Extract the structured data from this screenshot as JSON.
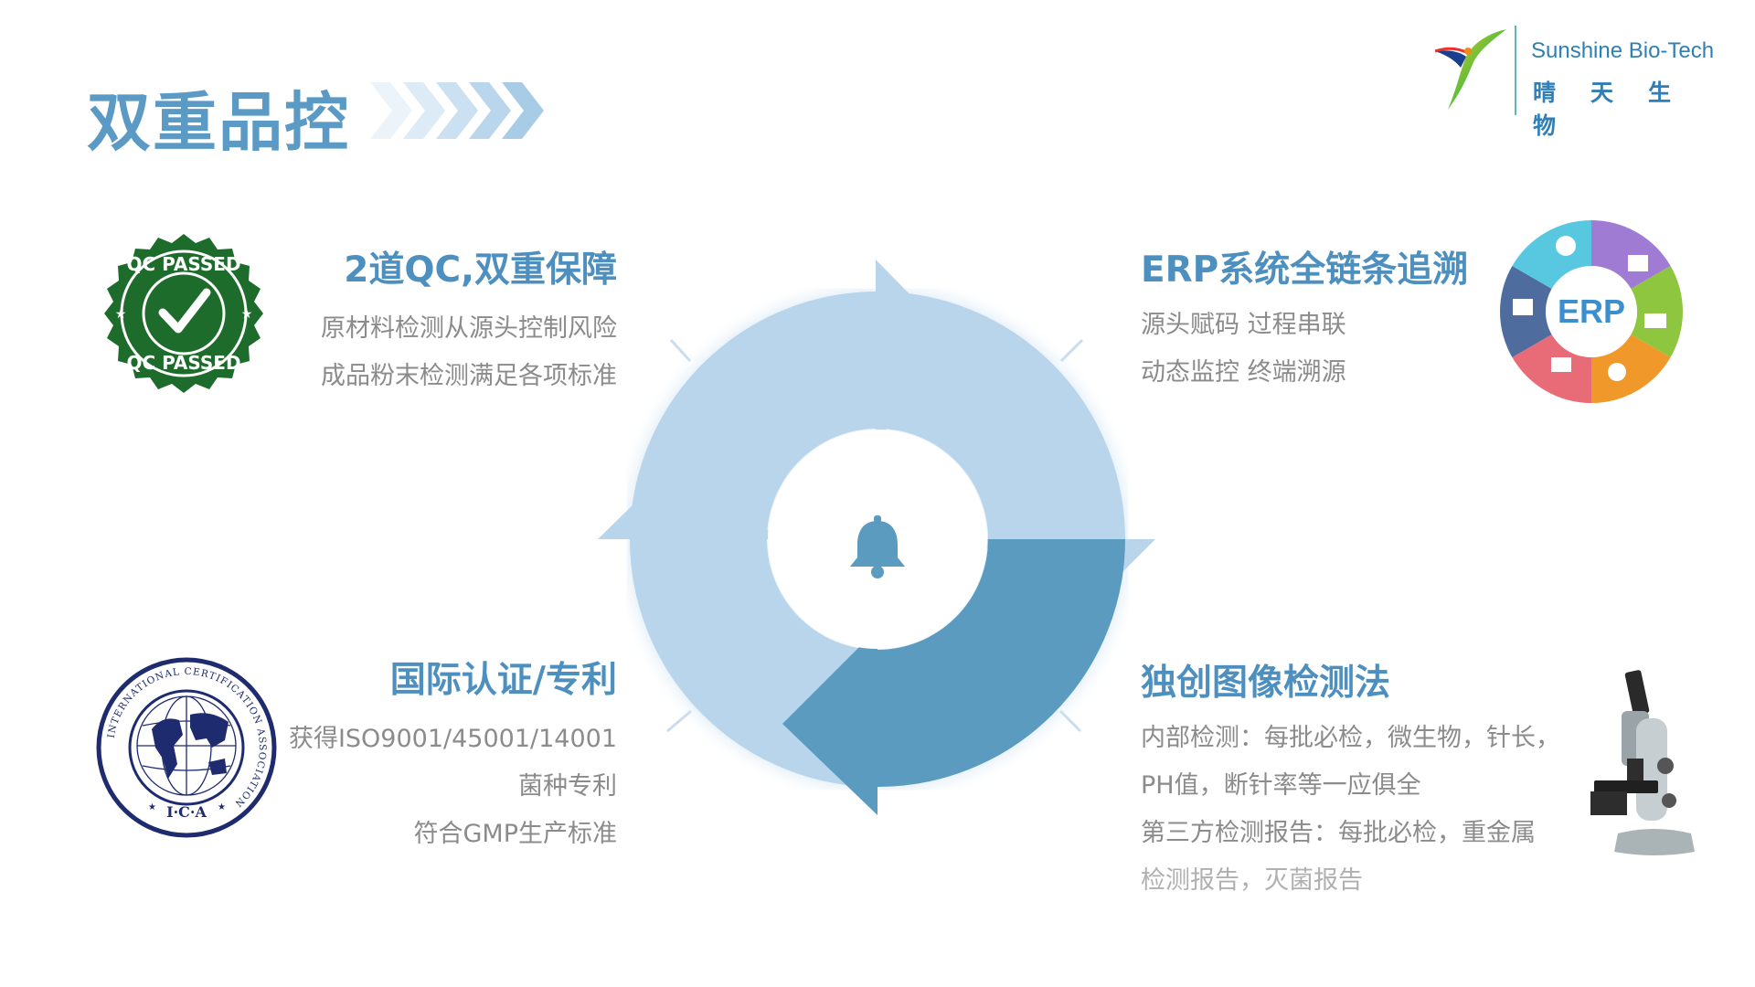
{
  "page": {
    "title": "双重品控"
  },
  "logo": {
    "name_en": "Sunshine Bio-Tech",
    "name_cn": "晴天生物"
  },
  "center": {
    "icon": "bell-icon"
  },
  "blocks": {
    "top_left": {
      "heading": "2道QC,双重保障",
      "lines": [
        "原材料检测从源头控制风险",
        "成品粉末检测满足各项标准"
      ],
      "image": "qc-passed-stamp",
      "stamp_text": "QC PASSED"
    },
    "bottom_left": {
      "heading": "国际认证/专利",
      "lines": [
        "获得ISO9001/45001/14001",
        "菌种专利",
        "符合GMP生产标准"
      ],
      "image": "ica-certification-seal",
      "seal_text": "INTERNATIONAL CERTIFICATION ASSOCIATION",
      "seal_abbr": "I·C·A"
    },
    "top_right": {
      "heading": "ERP系统全链条追溯",
      "lines": [
        "源头赋码 过程串联",
        "动态监控 终端溯源"
      ],
      "image": "erp-wheel",
      "erp_label": "ERP"
    },
    "bottom_right": {
      "heading": "独创图像检测法",
      "lines": [
        "内部检测：每批必检，微生物，针长，",
        "PH值，断针率等一应俱全",
        "第三方检测报告：每批必检，重金属",
        "检测报告，灭菌报告"
      ],
      "image": "microscope"
    }
  },
  "colors": {
    "accent": "#4d8fbe",
    "cycle_light": "#b7d4ec",
    "cycle_dark": "#5b9bbf",
    "body_text": "#8b8b8b"
  }
}
